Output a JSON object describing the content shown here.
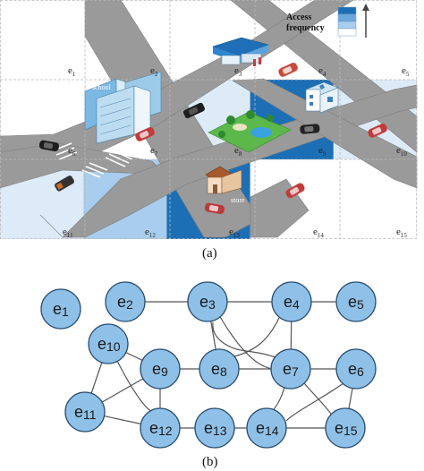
{
  "panel_a": {
    "caption": "(a)",
    "legend_title_line1": "Access",
    "legend_title_line2": "frequency",
    "building_labels": {
      "school": "school",
      "store": "store"
    },
    "cells": [
      {
        "id": "e1",
        "sub": "1"
      },
      {
        "id": "e2",
        "sub": "2"
      },
      {
        "id": "e3",
        "sub": "3"
      },
      {
        "id": "e4",
        "sub": "4"
      },
      {
        "id": "e5",
        "sub": "5"
      },
      {
        "id": "e6",
        "sub": "6"
      },
      {
        "id": "e7",
        "sub": "7"
      },
      {
        "id": "e8",
        "sub": "8"
      },
      {
        "id": "e9",
        "sub": "9"
      },
      {
        "id": "e10",
        "sub": "10"
      },
      {
        "id": "e11",
        "sub": "11"
      },
      {
        "id": "e12",
        "sub": "12"
      },
      {
        "id": "e13",
        "sub": "13"
      },
      {
        "id": "e14",
        "sub": "14"
      },
      {
        "id": "e15",
        "sub": "15"
      }
    ],
    "cell_frequency": {
      "e1": 0,
      "e2": 0,
      "e3": 0,
      "e4": 0,
      "e5": 0,
      "e6": 0,
      "e7": 0,
      "e8": 1,
      "e9": 3,
      "e10": 1,
      "e11": 1,
      "e12": 2,
      "e13": 3,
      "e14": 0,
      "e15": 0
    },
    "frequency_colors": [
      "#ffffff",
      "#ddeaf8",
      "#a9cdee",
      "#1d6fb5"
    ]
  },
  "panel_b": {
    "caption": "(b)",
    "node_color": "#8fc1e8",
    "node_stroke": "#2b4f72",
    "edge_color": "#555555",
    "nodes": [
      {
        "id": "e1",
        "base": "e",
        "sub": "1"
      },
      {
        "id": "e2",
        "base": "e",
        "sub": "2"
      },
      {
        "id": "e3",
        "base": "e",
        "sub": "3"
      },
      {
        "id": "e4",
        "base": "e",
        "sub": "4"
      },
      {
        "id": "e5",
        "base": "e",
        "sub": "5"
      },
      {
        "id": "e10",
        "base": "e",
        "sub": "10"
      },
      {
        "id": "e9",
        "base": "e",
        "sub": "9"
      },
      {
        "id": "e8",
        "base": "e",
        "sub": "8"
      },
      {
        "id": "e7",
        "base": "e",
        "sub": "7"
      },
      {
        "id": "e6",
        "base": "e",
        "sub": "6"
      },
      {
        "id": "e11",
        "base": "e",
        "sub": "11"
      },
      {
        "id": "e12",
        "base": "e",
        "sub": "12"
      },
      {
        "id": "e13",
        "base": "e",
        "sub": "13"
      },
      {
        "id": "e14",
        "base": "e",
        "sub": "14"
      },
      {
        "id": "e15",
        "base": "e",
        "sub": "15"
      }
    ],
    "edges": [
      [
        "e2",
        "e3"
      ],
      [
        "e3",
        "e4"
      ],
      [
        "e4",
        "e5"
      ],
      [
        "e3",
        "e8"
      ],
      [
        "e3",
        "e7"
      ],
      [
        "e3",
        "e7"
      ],
      [
        "e4",
        "e7"
      ],
      [
        "e4",
        "e8"
      ],
      [
        "e8",
        "e7"
      ],
      [
        "e7",
        "e6"
      ],
      [
        "e9",
        "e8"
      ],
      [
        "e10",
        "e9"
      ],
      [
        "e10",
        "e11"
      ],
      [
        "e10",
        "e12"
      ],
      [
        "e9",
        "e11"
      ],
      [
        "e9",
        "e12"
      ],
      [
        "e11",
        "e12"
      ],
      [
        "e12",
        "e13"
      ],
      [
        "e13",
        "e14"
      ],
      [
        "e14",
        "e15"
      ],
      [
        "e7",
        "e14"
      ],
      [
        "e7",
        "e15"
      ],
      [
        "e6",
        "e14"
      ],
      [
        "e6",
        "e15"
      ]
    ]
  }
}
